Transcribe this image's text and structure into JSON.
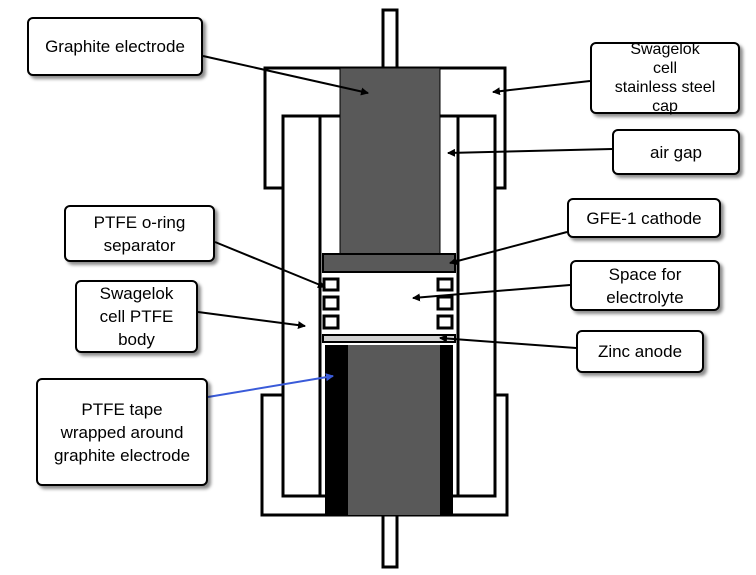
{
  "labels": {
    "graphite_electrode": "Graphite electrode",
    "swagelok_cap": "Swagelok\ncell\nstainless steel\ncap",
    "air_gap": "air gap",
    "ptfe_oring": "PTFE o-ring\nseparator",
    "gfe_cathode": "GFE-1 cathode",
    "swagelok_body": "Swagelok\ncell PTFE\nbody",
    "electrolyte_space": "Space for\nelectrolyte",
    "zinc_anode": "Zinc anode",
    "ptfe_tape": "PTFE tape\nwrapped around\ngraphite electrode"
  },
  "colors": {
    "graphite": "#595959",
    "outline": "#000000",
    "zinc": "#d0d0d0",
    "highlight_arrow": "#3a5bd9"
  }
}
